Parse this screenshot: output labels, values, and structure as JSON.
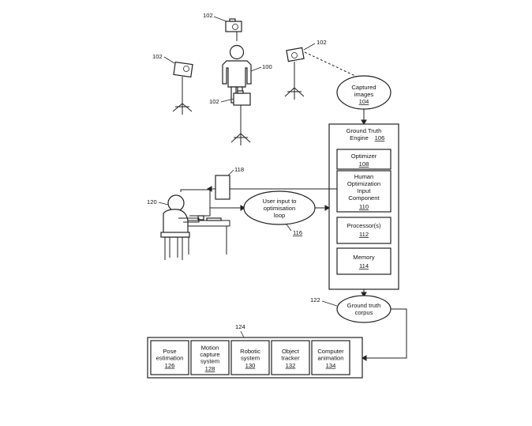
{
  "labels": {
    "captured_images": [
      "Captured",
      "images"
    ],
    "captured_images_ref": "104",
    "engine_title": [
      "Ground Truth",
      "Engine"
    ],
    "engine_ref": "106",
    "optimizer": "Optimizer",
    "optimizer_ref": "108",
    "hoc": [
      "Human",
      "Optimization",
      "Input",
      "Component"
    ],
    "hoc_ref": "110",
    "processor": "Processor(s)",
    "processor_ref": "112",
    "memory": "Memory",
    "memory_ref": "114",
    "user_input": [
      "User input to",
      "optimisation",
      "loop"
    ],
    "user_input_ref": "116",
    "corpus": [
      "Ground truth",
      "corpus"
    ],
    "applications": [
      {
        "lines": [
          "Pose",
          "estimation"
        ],
        "ref": "126"
      },
      {
        "lines": [
          "Motion",
          "capture",
          "system"
        ],
        "ref": "128"
      },
      {
        "lines": [
          "Robotic",
          "system"
        ],
        "ref": "130"
      },
      {
        "lines": [
          "Object",
          "tracker"
        ],
        "ref": "132"
      },
      {
        "lines": [
          "Computer",
          "animation"
        ],
        "ref": "134"
      }
    ]
  },
  "refs": {
    "camera": "102",
    "subject": "100",
    "display": "118",
    "user": "120",
    "corpus": "122",
    "applications": "124"
  }
}
